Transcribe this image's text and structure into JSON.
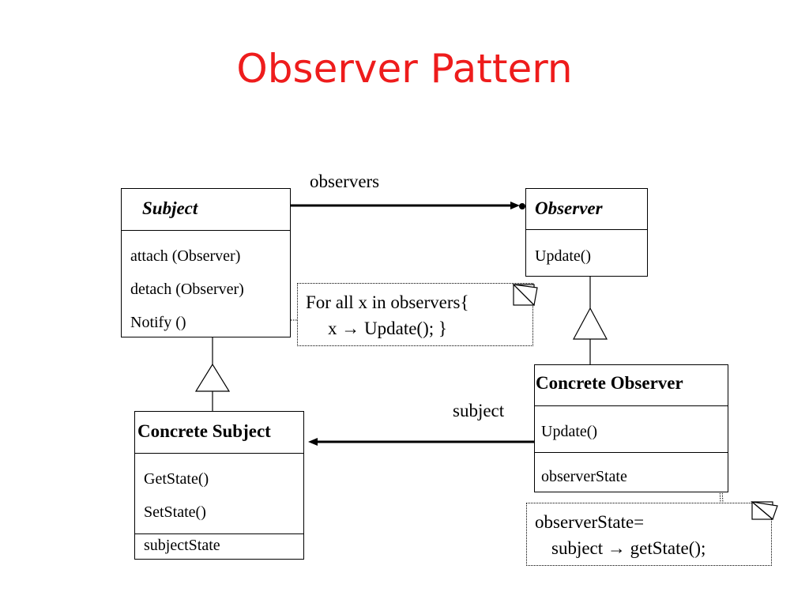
{
  "title": "Observer Pattern",
  "subject": {
    "name": "Subject",
    "operations": [
      "attach (Observer)",
      "detach (Observer)",
      "Notify ()"
    ]
  },
  "observer": {
    "name": "Observer",
    "operations": [
      "Update()"
    ]
  },
  "concrete_subject": {
    "name": "Concrete Subject",
    "operations": [
      "GetState()",
      "SetState()"
    ],
    "attributes": [
      "subjectState"
    ]
  },
  "concrete_observer": {
    "name": "Concrete Observer",
    "operations": [
      "Update()"
    ],
    "attributes": [
      "observerState"
    ]
  },
  "associations": {
    "observers_label": "observers",
    "subject_label": "subject"
  },
  "notes": {
    "notify_line1": "For all x in observers{",
    "notify_line2": "x  →  Update(); }",
    "state_line1": "observerState=",
    "state_line2": "subject  →  getState();"
  }
}
